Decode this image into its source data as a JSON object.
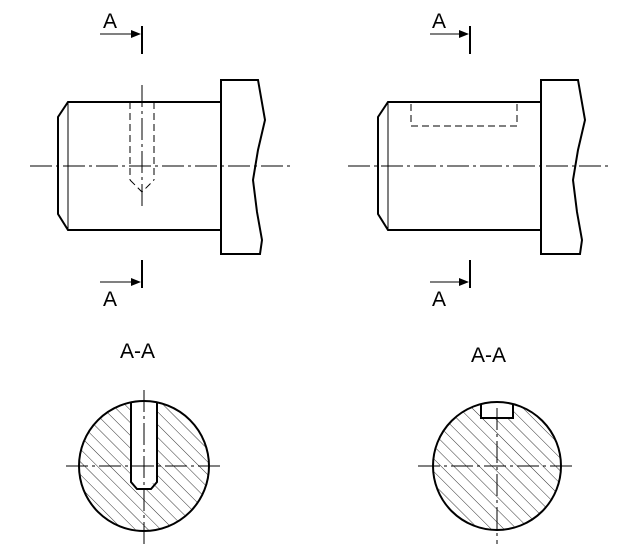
{
  "labels": {
    "view1_top": "A",
    "view1_bottom": "A",
    "view2_top": "A",
    "view2_bottom": "A",
    "section1_title": "A-A",
    "section2_title": "A-A"
  }
}
